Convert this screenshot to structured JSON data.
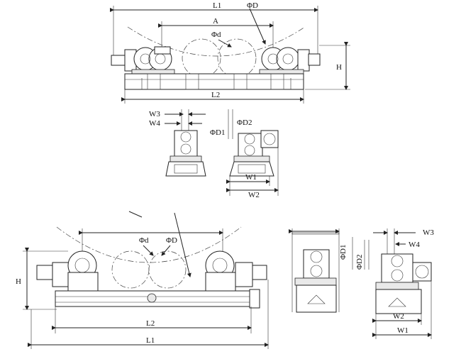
{
  "labels": {
    "top_L1": "L1",
    "top_phiD": "ΦD",
    "top_A": "A",
    "top_phid": "Φd",
    "top_H": "H",
    "top_L2": "L2",
    "mid_W3": "W3",
    "mid_W4": "W4",
    "mid_phiD2": "ΦD2",
    "mid_phiD1": "ΦD1",
    "mid_W1": "W1",
    "mid_W2": "W2",
    "bot_phid": "Φd",
    "bot_phiD": "ΦD",
    "bot_H": "H",
    "bot_L2": "L2",
    "bot_L1": "L1",
    "br_W3": "W3",
    "br_W4": "W4",
    "br_phiD1": "ΦD1",
    "br_phiD2": "ΦD2",
    "br_W2": "W2",
    "br_W1": "W1"
  }
}
